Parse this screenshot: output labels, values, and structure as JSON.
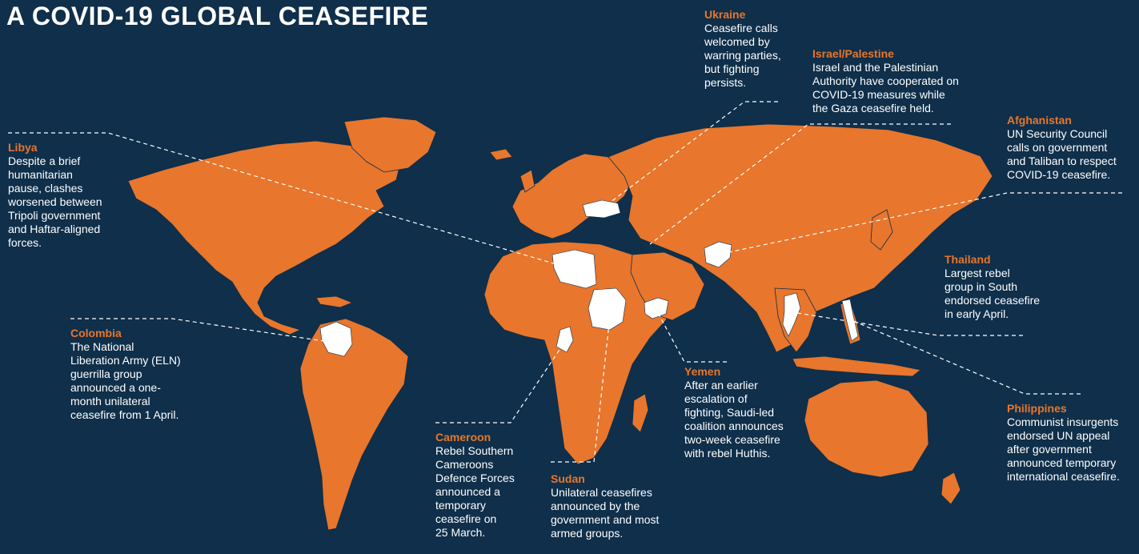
{
  "title": {
    "prefix": "A COVID-19",
    "emphasis": "GLOBAL CEASEFIRE"
  },
  "colors": {
    "background": "#0f2f4a",
    "land": "#e8762c",
    "highlight": "#ffffff",
    "heading": "#e8762c",
    "text": "#ffffff"
  },
  "callouts": [
    {
      "id": "libya",
      "name": "Libya",
      "text": "Despite a brief\nhumanitarian\npause, clashes\nworsened between\nTripoli government\nand Haftar-aligned\nforces."
    },
    {
      "id": "colombia",
      "name": "Colombia",
      "text": "The National\nLiberation Army (ELN)\nguerrilla group\nannounced a one-\nmonth unilateral\nceasefire from 1 April."
    },
    {
      "id": "cameroon",
      "name": "Cameroon",
      "text": "Rebel Southern\nCameroons\nDefence Forces\nannounced a\ntemporary\nceasefire on\n25 March."
    },
    {
      "id": "sudan",
      "name": "Sudan",
      "text": "Unilateral ceasefires\nannounced by the\ngovernment and most\narmed groups."
    },
    {
      "id": "yemen",
      "name": "Yemen",
      "text": "After an earlier\nescalation of\nfighting, Saudi-led\ncoalition announces\ntwo-week ceasefire\nwith rebel Huthis."
    },
    {
      "id": "ukraine",
      "name": "Ukraine",
      "text": "Ceasefire calls\nwelcomed by\nwarring parties,\nbut fighting\npersists."
    },
    {
      "id": "israel-palestine",
      "name": "Israel/Palestine",
      "text": "Israel and the Palestinian\nAuthority have cooperated on\nCOVID-19 measures while\nthe Gaza ceasefire held."
    },
    {
      "id": "afghanistan",
      "name": "Afghanistan",
      "text": "UN Security Council\ncalls on government\nand Taliban to respect\nCOVID-19 ceasefire."
    },
    {
      "id": "thailand",
      "name": "Thailand",
      "text": "Largest rebel\ngroup in South\nendorsed ceasefire\nin early April."
    },
    {
      "id": "philippines",
      "name": "Philippines",
      "text": "Communist insurgents\nendorsed UN appeal\nafter government\nannounced temporary\ninternational ceasefire."
    }
  ]
}
